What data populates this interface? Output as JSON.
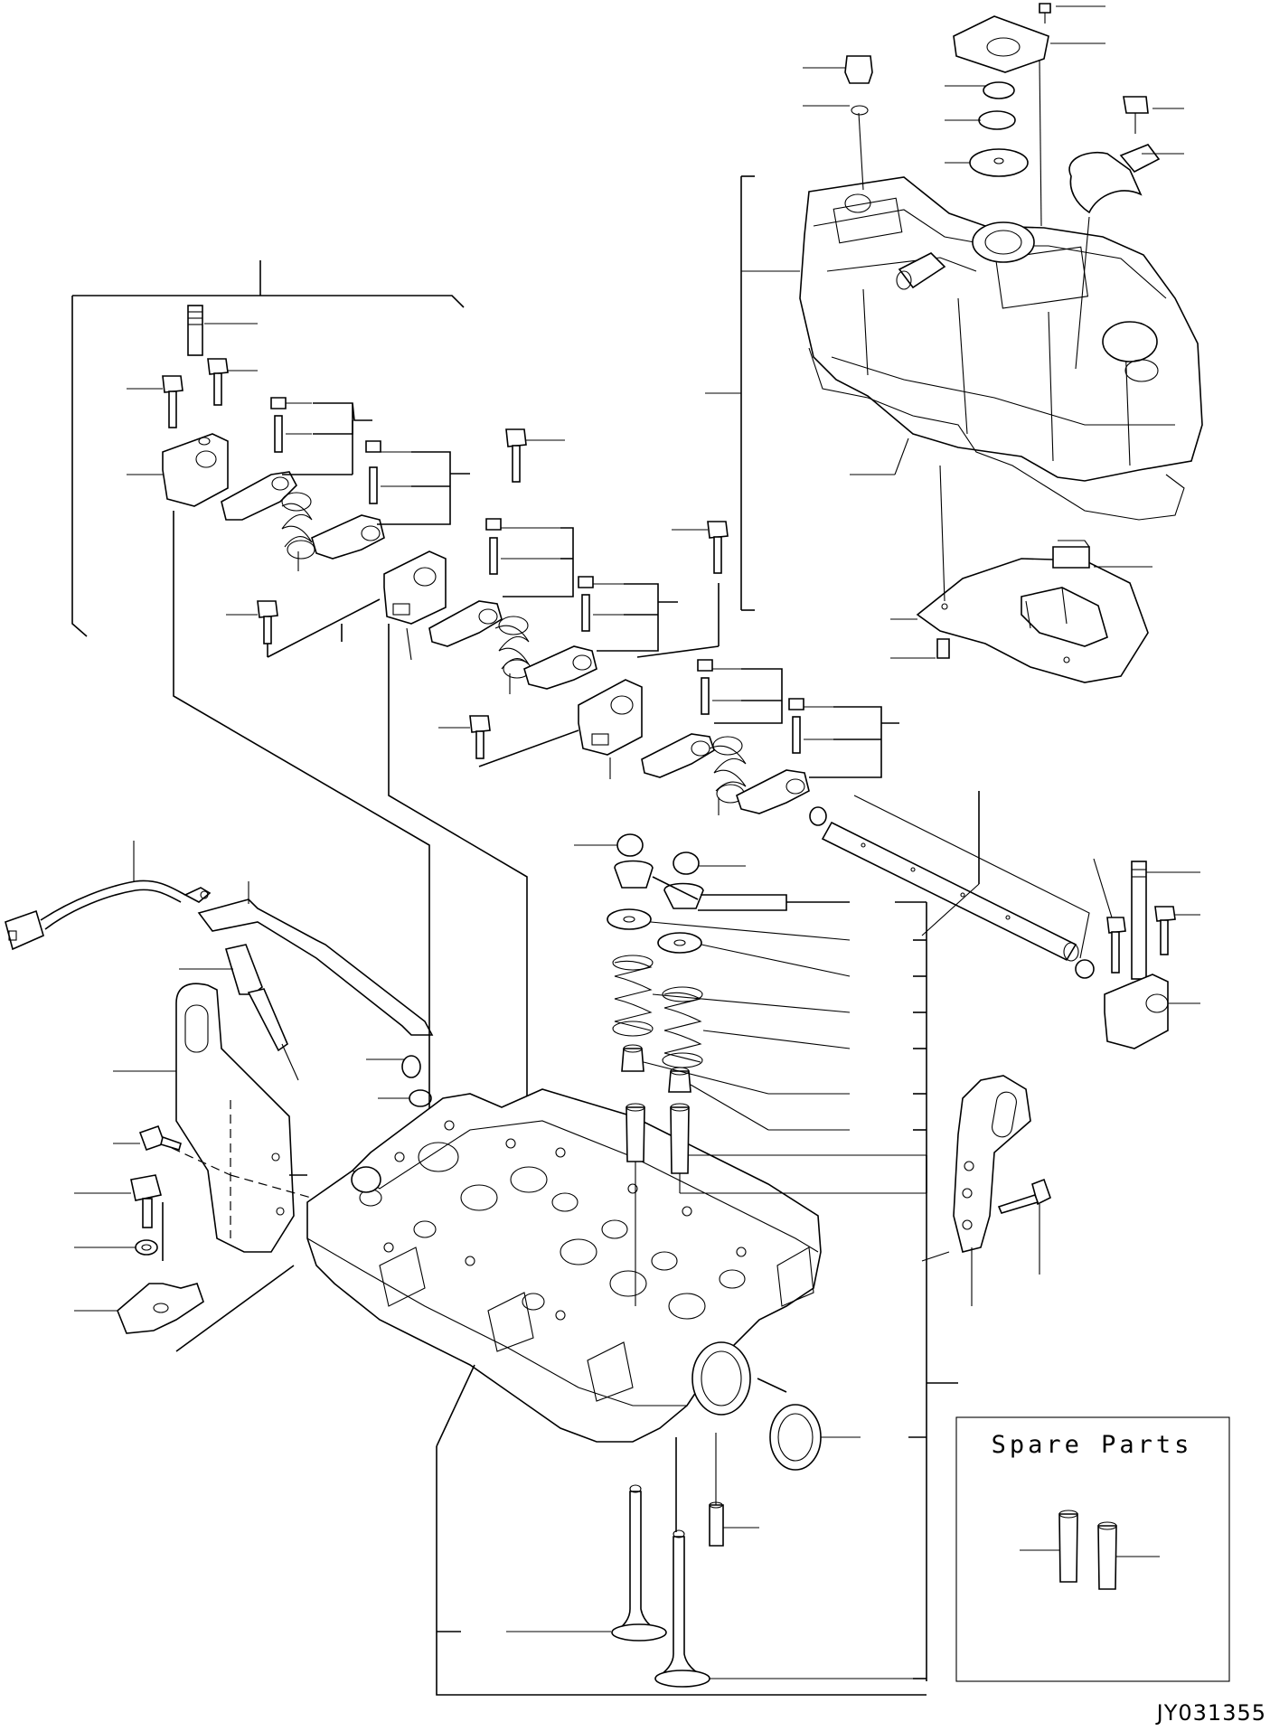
{
  "diagram": {
    "type": "exploded parts diagram",
    "spare_parts_label": "Spare Parts",
    "drawing_number": "JY031355"
  }
}
